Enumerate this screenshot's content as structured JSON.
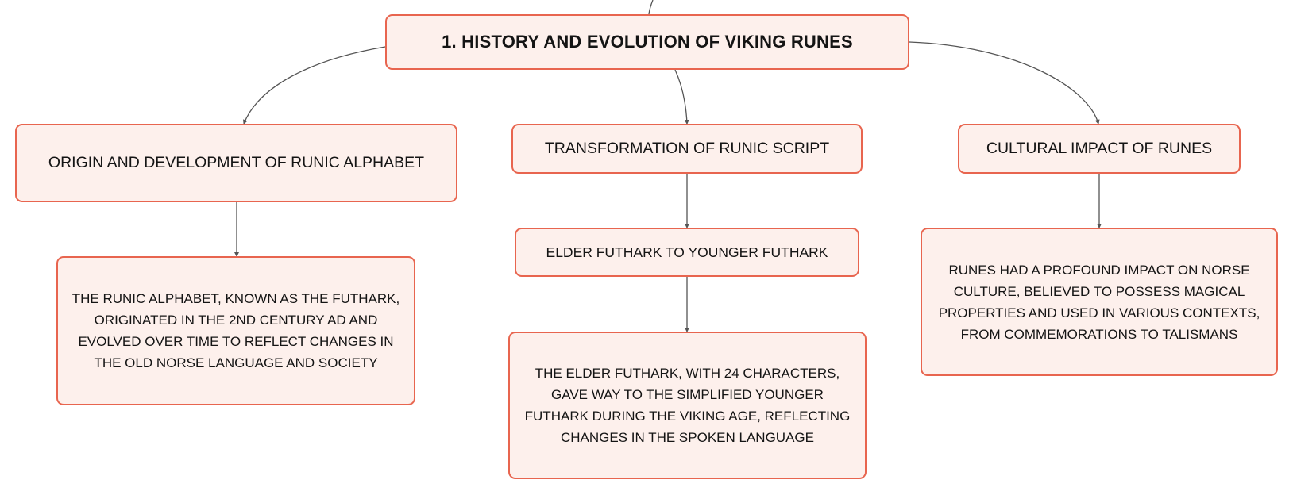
{
  "diagram": {
    "root": {
      "label": "1. History and Evolution of Viking Runes"
    },
    "branches": [
      {
        "label": "Origin and Development of Runic Alphabet",
        "children": [
          {
            "label": "The runic alphabet, known as the Futhark, originated in the 2nd century AD and evolved over time to reflect changes in the Old Norse language and society"
          }
        ]
      },
      {
        "label": "Transformation of Runic Script",
        "children": [
          {
            "label": "Elder Futhark to Younger Futhark",
            "children": [
              {
                "label": "The Elder Futhark, with 24 characters, gave way to the simplified Younger Futhark during the Viking Age, reflecting changes in the spoken language"
              }
            ]
          }
        ]
      },
      {
        "label": "Cultural Impact of Runes",
        "children": [
          {
            "label": "Runes had a profound impact on Norse culture, believed to possess magical properties and used in various contexts, from commemorations to talismans"
          }
        ]
      }
    ]
  },
  "colors": {
    "node_fill": "#fdf0ec",
    "node_border": "#e8654f",
    "connector": "#555555",
    "text": "#141414"
  }
}
